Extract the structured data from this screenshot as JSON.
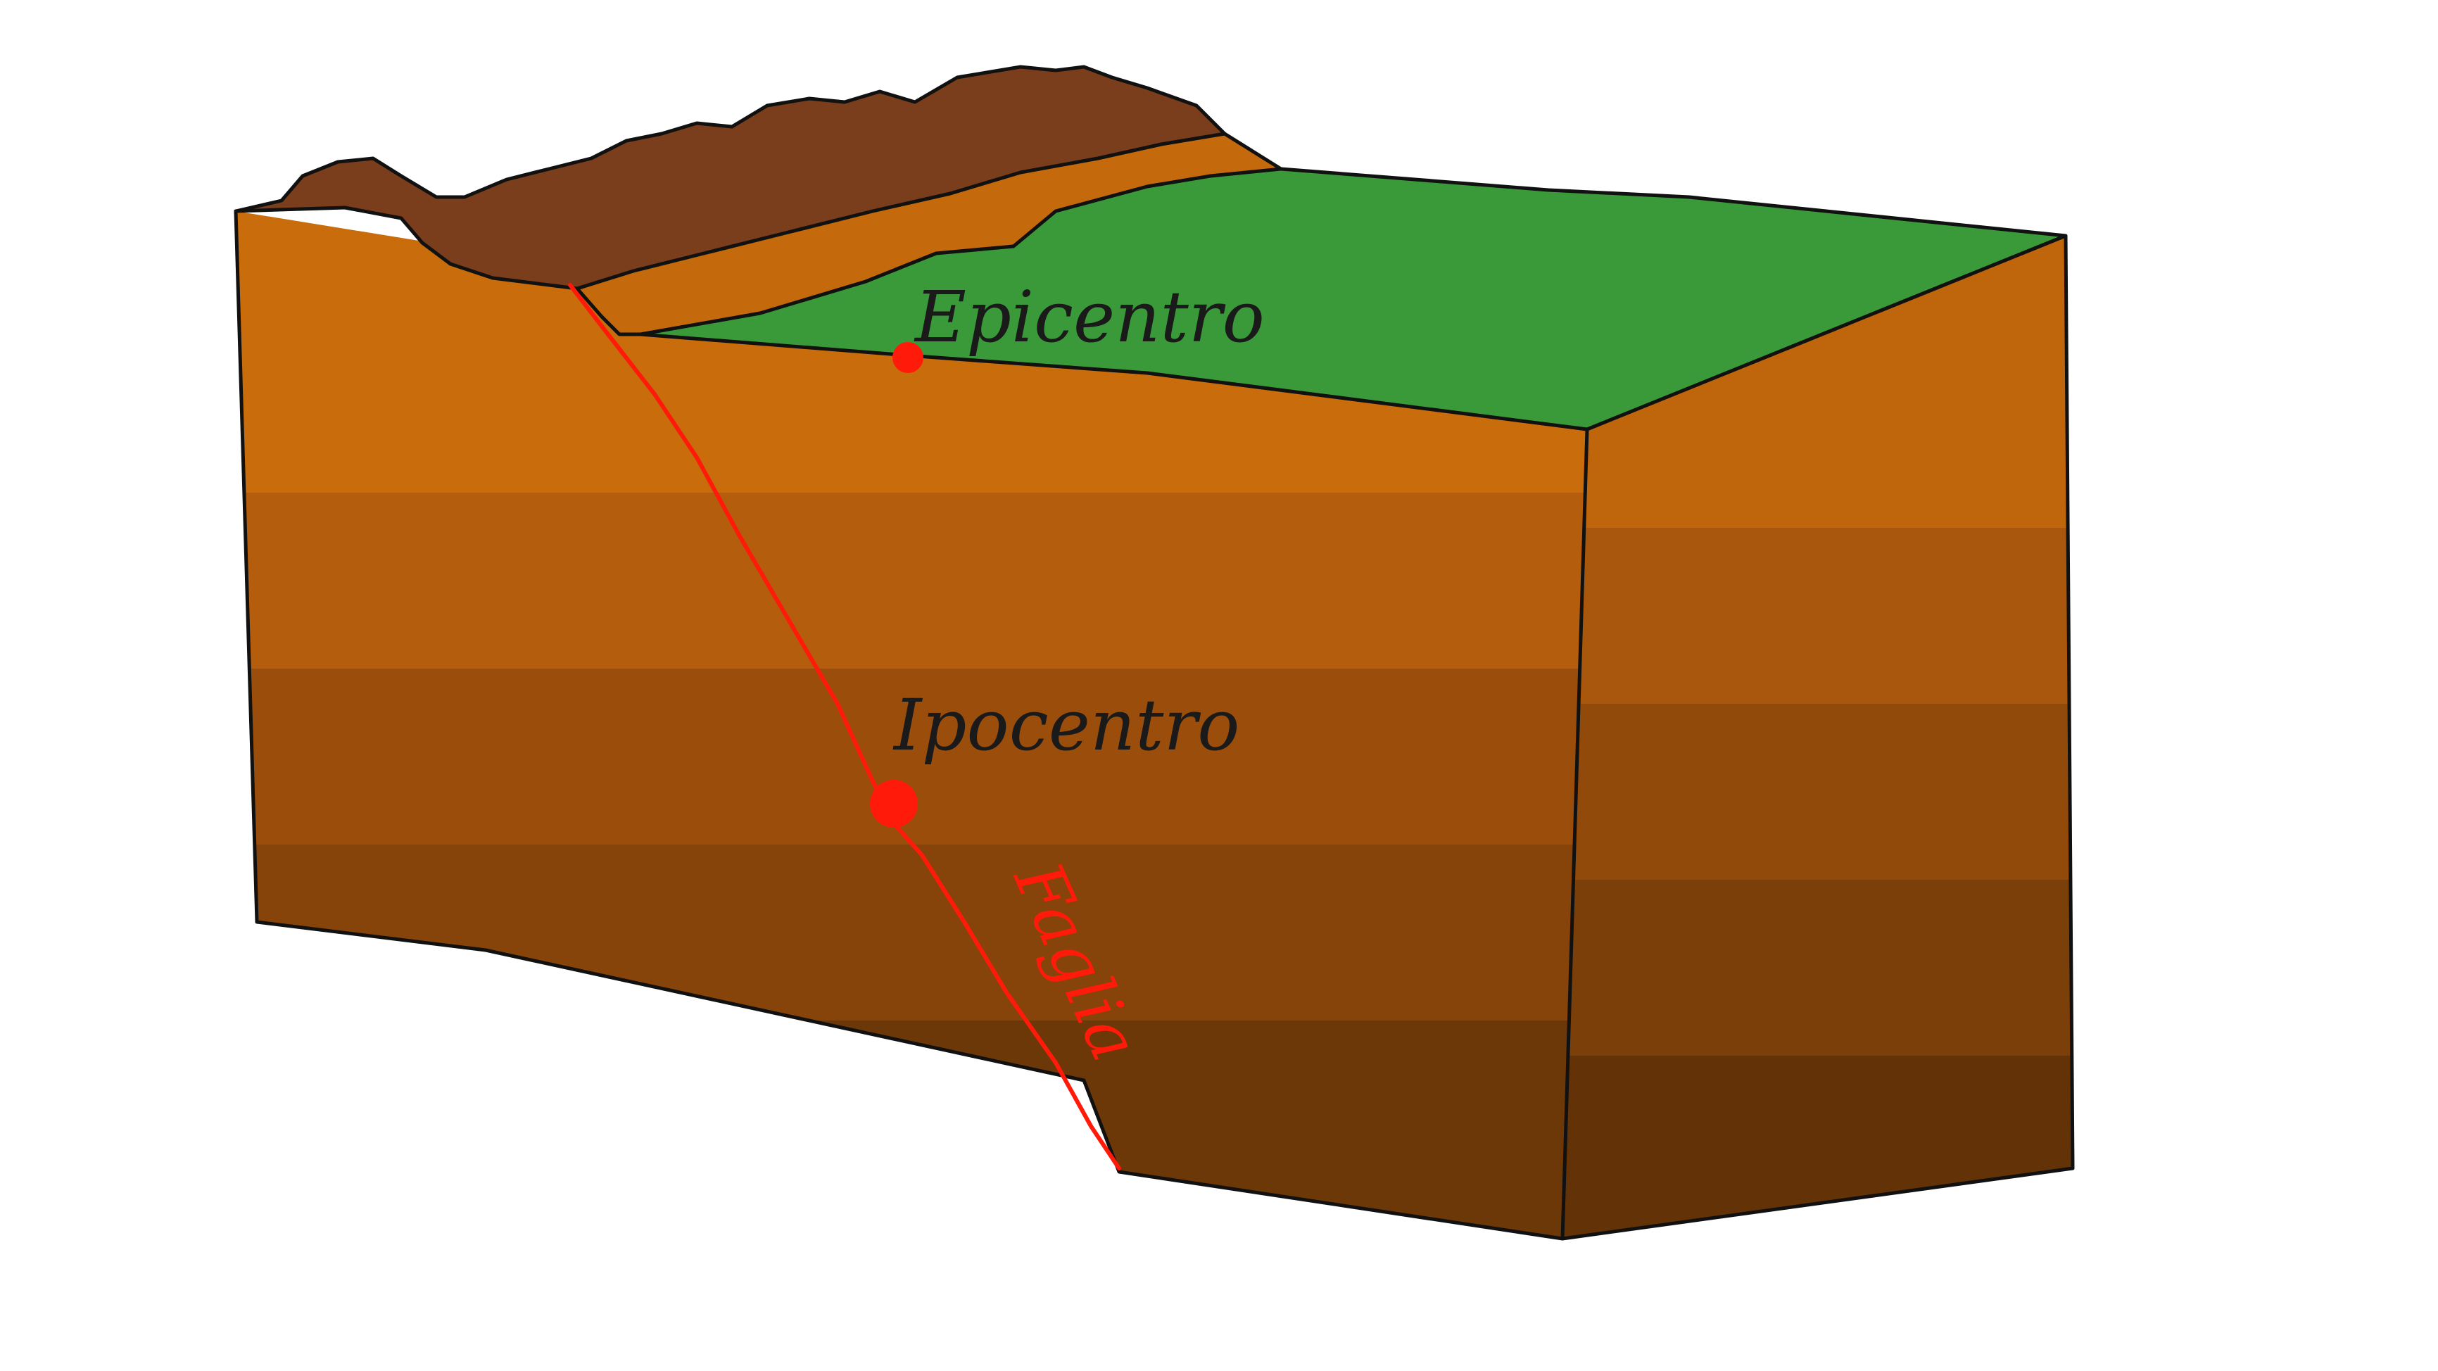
{
  "labels": {
    "epicenter": "Epicentro",
    "hypocenter": "Ipocentro",
    "fault": "Faglia"
  },
  "colors": {
    "background": "#ffffff",
    "outline": "#111111",
    "fault": "#ff1a0a",
    "label_text": "#1a1a1a",
    "grass": "#3a9a3a",
    "mountain": "#7a3e1c",
    "terrace": "#c46a0c",
    "strata": [
      "#c86c0c",
      "#b45d0c",
      "#9b4e0c",
      "#86440a",
      "#6d3808"
    ],
    "side_strata": [
      "#bf660c",
      "#a8570c",
      "#924a0b",
      "#7b3f09",
      "#633307"
    ]
  }
}
